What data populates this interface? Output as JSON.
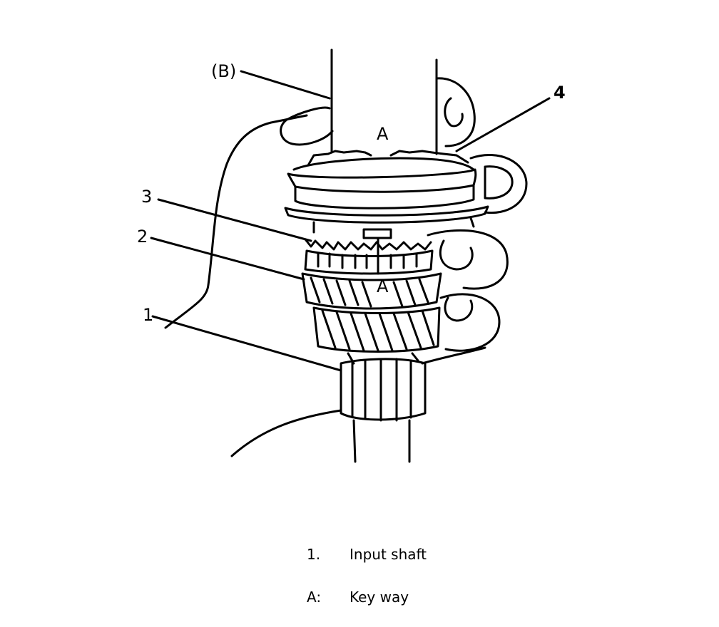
{
  "figure": {
    "callouts": {
      "b": "(B)",
      "four": "4",
      "three": "3",
      "two": "2",
      "one": "1",
      "a_top": "A",
      "a_mid": "A"
    }
  },
  "legend": [
    {
      "key": "1.",
      "text": "Input shaft"
    },
    {
      "key": "A:",
      "text": "Key way"
    }
  ],
  "colors": {
    "line": "#000000",
    "background": "#ffffff"
  }
}
